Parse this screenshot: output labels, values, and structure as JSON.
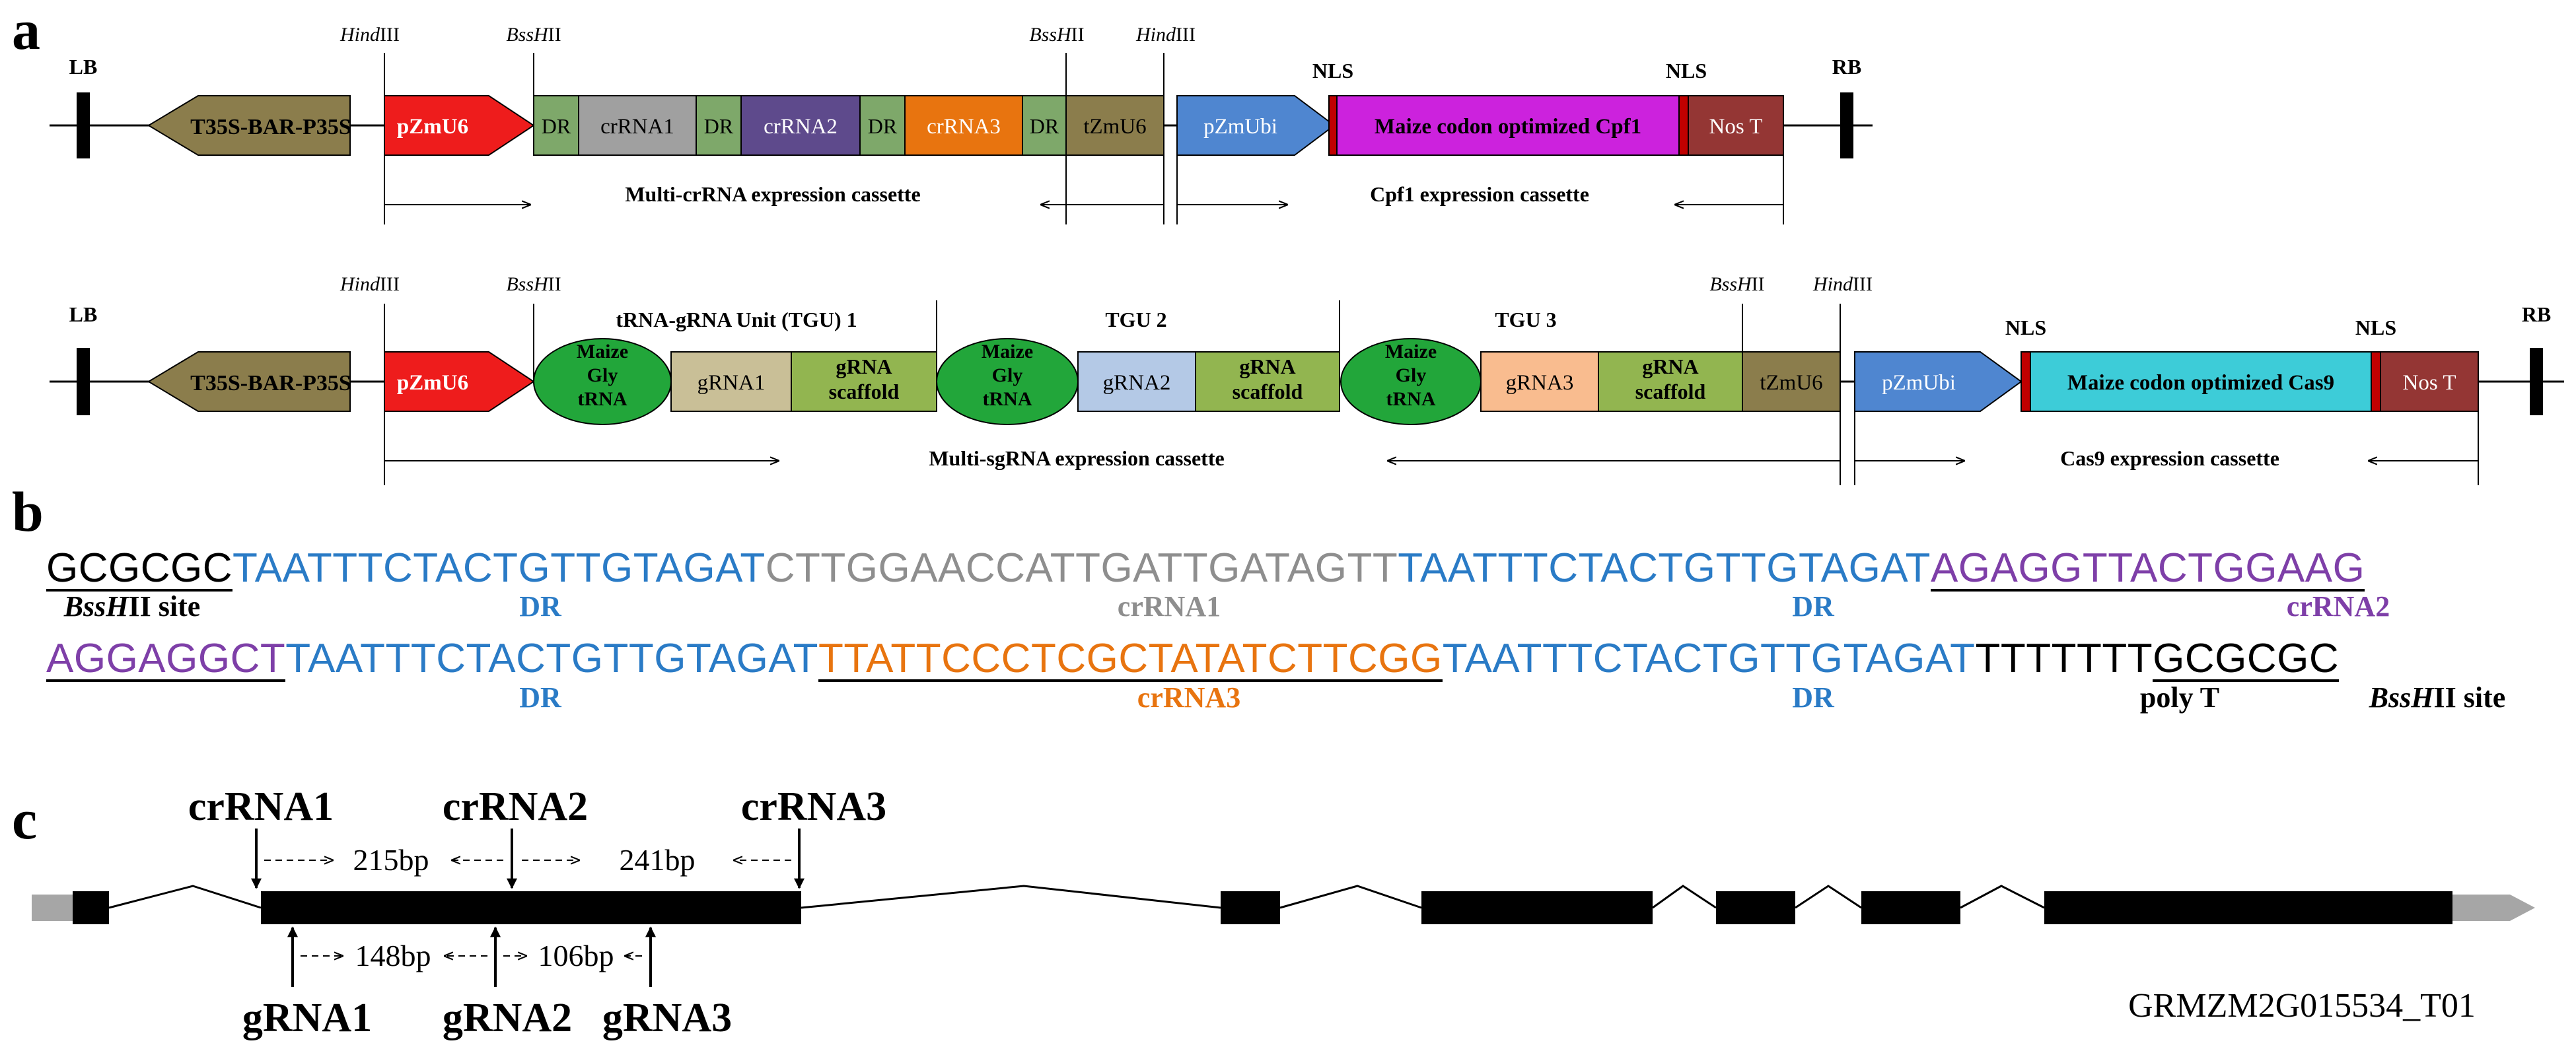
{
  "panels": {
    "a": "a",
    "b": "b",
    "c": "c"
  },
  "colors": {
    "t35s": "#8B7D4C",
    "pzmu6": "#EE1C1C",
    "dr": "#7EA86A",
    "crrna1": "#A0A0A0",
    "crrna2": "#5E4A8C",
    "crrna3": "#E8740F",
    "tzmu6": "#8B7D4C",
    "pzmubi": "#4F86D0",
    "nls": "#C00000",
    "cpf1": "#CC22DD",
    "nost": "#943634",
    "trna": "#22A63A",
    "grna1": "#C9BF97",
    "grna_scaffold": "#92B550",
    "grna2": "#B4C9E6",
    "grna3": "#F9BC8F",
    "cas9": "#3DCCD8",
    "seq_dr": "#2A7BC6",
    "seq_crrna1": "#8E8E8E",
    "seq_crrna2": "#7E3FA8",
    "seq_crrna3": "#E8740F",
    "seq_black": "#000000"
  },
  "construct1": {
    "lb": "LB",
    "rb": "RB",
    "t35s": "T35S-BAR-P35S",
    "pzmu6": "pZmU6",
    "dr": "DR",
    "crrna1": "crRNA1",
    "crrna2": "crRNA2",
    "crrna3": "crRNA3",
    "tzmu6": "tZmU6",
    "pzmubi": "pZmUbi",
    "nls_left": "NLS",
    "nls_right": "NLS",
    "cpf1": "Maize codon optimized  Cpf1",
    "nost": "Nos T",
    "hind_left_italic": "Hind",
    "hind_left_rest": "III",
    "bss_left_italic": "BssH",
    "bss_left_rest": "II",
    "bss_right_italic": "BssH",
    "bss_right_rest": "II",
    "hind_right_italic": "Hind",
    "hind_right_rest": "III",
    "cassette_crrna": "Multi-crRNA  expression cassette",
    "cassette_cpf1": "Cpf1  expression cassette"
  },
  "construct2": {
    "lb": "LB",
    "rb": "RB",
    "t35s": "T35S-BAR-P35S",
    "pzmu6": "pZmU6",
    "trna_1": "Maize",
    "trna_2": "Gly",
    "trna_3": "tRNA",
    "grna1": "gRNA1",
    "grna2": "gRNA2",
    "grna3": "gRNA3",
    "scaffold_1": "gRNA",
    "scaffold_2": "scaffold",
    "tzmu6": "tZmU6",
    "pzmubi": "pZmUbi",
    "nls_left": "NLS",
    "nls_right": "NLS",
    "cas9": "Maize codon optimized  Cas9",
    "nost": "Nos T",
    "tgu1": "tRNA-gRNA Unit (TGU) 1",
    "tgu2": "TGU 2",
    "tgu3": "TGU 3",
    "hind_left_italic": "Hind",
    "hind_left_rest": "III",
    "bss_left_italic": "BssH",
    "bss_left_rest": "II",
    "bss_right_italic": "BssH",
    "bss_right_rest": "II",
    "hind_right_italic": "Hind",
    "hind_right_rest": "III",
    "cassette_sgrna": "Multi-sgRNA expression cassette",
    "cassette_cas9": "Cas9 expression cassette"
  },
  "sequence": {
    "line1": {
      "bss": "GCGCGC",
      "dr1": "TAATTTCTACTGTTGTAGAT",
      "crrna1": "CTTGGAACCATTGATTGATAGTT",
      "dr2": "TAATTTCTACTGTTGTAGAT",
      "crrna2": "AGAGGTTACTGGAAG"
    },
    "line2": {
      "crrna2": "AGGAGGCT",
      "dr1": "TAATTTCTACTGTTGTAGAT",
      "crrna3": "TTATTCCCTCGCTATATCTTCGG",
      "dr2": "TAATTTCTACTGTTGTAGAT",
      "polyt": "TTTTTTT",
      "bss": "GCGCGC"
    },
    "labels": {
      "bss_site_italic": "BssH",
      "bss_site_rest": "II site",
      "dr": "DR",
      "crrna1": "crRNA1",
      "crrna2": "crRNA2",
      "crrna3": "crRNA3",
      "polyt": "poly T"
    }
  },
  "gene": {
    "crrna1": "crRNA1",
    "crrna2": "crRNA2",
    "crrna3": "crRNA3",
    "grna1": "gRNA1",
    "grna2": "gRNA2",
    "grna3": "gRNA3",
    "dist_215": "215bp",
    "dist_241": "241bp",
    "dist_148": "148bp",
    "dist_106": "106bp",
    "transcript_id": "GRMZM2G015534_T01"
  }
}
